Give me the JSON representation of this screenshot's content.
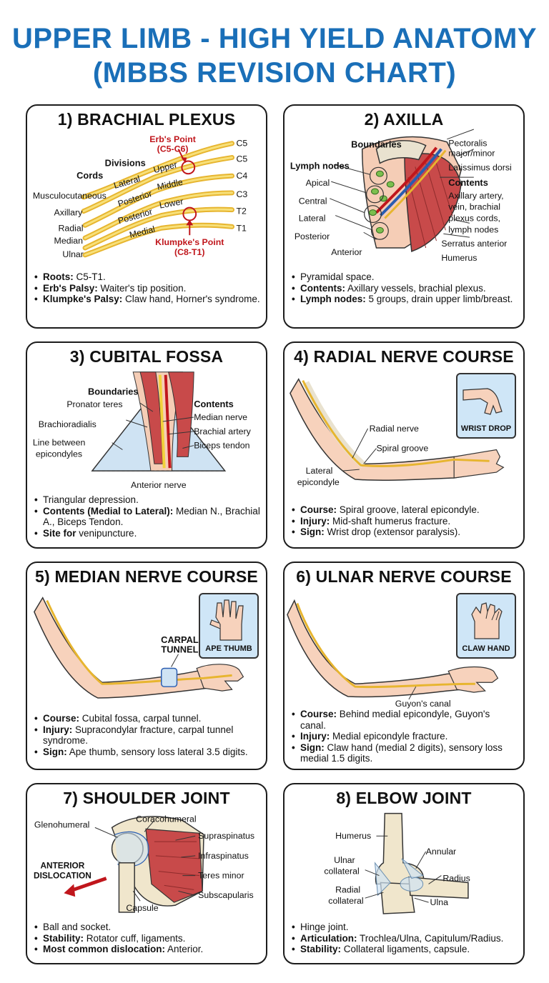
{
  "title": {
    "line1": "UPPER LIMB - HIGH YIELD ANATOMY",
    "line2": "(MBBS REVISION CHART)"
  },
  "cards": {
    "brachial_plexus": {
      "title": "1) BRACHIAL PLEXUS",
      "labels": {
        "erbs_point": "Erb's Point",
        "erbs_roots": "(C5-C6)",
        "divisions": "Divisions",
        "cords": "Cords",
        "lateral": "Lateral",
        "upper": "Upper",
        "middle": "Middle",
        "posterior_1": "Posterior",
        "posterior_2": "Posterior",
        "lower": "Lower",
        "medial": "Medial",
        "musculocutaneous": "Musculocutaneous",
        "axillary": "Axillary",
        "radial": "Radial",
        "median": "Median",
        "ulnar": "Ulnar",
        "klumpkes_point": "Klumpke's Point",
        "klumpkes_roots": "(C8-T1)",
        "roots": [
          "C5",
          "C5",
          "C4",
          "C3",
          "T2",
          "T1"
        ]
      },
      "bullets": [
        {
          "bold": "Roots:",
          "text": " C5-T1."
        },
        {
          "bold": "Erb's Palsy:",
          "text": " Waiter's tip position."
        },
        {
          "bold": "Klumpke's Palsy:",
          "text": " Claw hand, Horner's syndrome."
        }
      ]
    },
    "axilla": {
      "title": "2) AXILLA",
      "labels": {
        "boundaries": "Boundaries",
        "lymph_nodes": "Lymph nodes",
        "apical": "Apical",
        "central": "Central",
        "lateral": "Lateral",
        "posterior": "Posterior",
        "anterior": "Anterior",
        "pectoralis_1": "Pectoralis",
        "pectoralis_2": "major/minor",
        "latissimus": "Latissimus dorsi",
        "contents": "Contents",
        "contents_1": "Axillary artery,",
        "contents_2": "vein, brachial",
        "contents_3": "plexus cords,",
        "contents_4": "lymph nodes",
        "serratus": "Serratus anterior",
        "humerus": "Humerus"
      },
      "bullets": [
        {
          "bold": "",
          "text": "Pyramidal space."
        },
        {
          "bold": "Contents:",
          "text": " Axillary vessels, brachial plexus."
        },
        {
          "bold": "Lymph nodes:",
          "text": " 5 groups, drain upper limb/breast."
        }
      ]
    },
    "cubital_fossa": {
      "title": "3) CUBITAL FOSSA",
      "labels": {
        "boundaries": "Boundaries",
        "pronator": "Pronator teres",
        "brachioradialis": "Brachioradialis",
        "line_1": "Line between",
        "line_2": "epicondyles",
        "contents": "Contents",
        "median": "Median nerve",
        "brachial": "Brachial artery",
        "biceps": "Biceps tendon",
        "anterior_nerve": "Anterior nerve"
      },
      "bullets": [
        {
          "bold": "",
          "text": "Triangular depression."
        },
        {
          "bold": "Contents (Medial to Lateral):",
          "text": " Median N., Brachial A., Biceps Tendon."
        },
        {
          "bold": "Site for",
          "text": " venipuncture."
        }
      ]
    },
    "radial_nerve": {
      "title": "4) RADIAL NERVE COURSE",
      "labels": {
        "radial_nerve": "Radial nerve",
        "spiral_groove": "Spiral groove",
        "lateral_1": "Lateral",
        "lateral_2": "epicondyle",
        "sign": "WRIST DROP"
      },
      "bullets": [
        {
          "bold": "Course:",
          "text": " Spiral groove, lateral epicondyle."
        },
        {
          "bold": "Injury:",
          "text": " Mid-shaft humerus fracture."
        },
        {
          "bold": "Sign:",
          "text": " Wrist drop (extensor paralysis)."
        }
      ]
    },
    "median_nerve": {
      "title": "5) MEDIAN NERVE COURSE",
      "labels": {
        "carpal_1": "CARPAL",
        "carpal_2": "TUNNEL",
        "sign": "APE THUMB"
      },
      "bullets": [
        {
          "bold": "Course:",
          "text": " Cubital fossa, carpal tunnel."
        },
        {
          "bold": "Injury:",
          "text": " Supracondylar fracture, carpal tunnel syndrome."
        },
        {
          "bold": "Sign:",
          "text": " Ape thumb, sensory loss lateral 3.5 digits."
        }
      ]
    },
    "ulnar_nerve": {
      "title": "6) ULNAR NERVE COURSE",
      "labels": {
        "guyon": "Guyon's canal",
        "sign": "CLAW HAND"
      },
      "bullets": [
        {
          "bold": "Course:",
          "text": " Behind medial epicondyle, Guyon's canal."
        },
        {
          "bold": "Injury:",
          "text": " Medial epicondyle fracture."
        },
        {
          "bold": "Sign:",
          "text": " Claw hand (medial 2 digits), sensory loss medial 1.5 digits."
        }
      ]
    },
    "shoulder_joint": {
      "title": "7) SHOULDER JOINT",
      "labels": {
        "glenohumeral": "Glenohumeral",
        "coracohumeral": "Coracohumeral",
        "supraspinatus": "Supraspinatus",
        "infraspinatus": "Infraspinatus",
        "teres_minor": "Teres minor",
        "subscapularis": "Subscapularis",
        "capsule": "Capsule",
        "dislocation_1": "ANTERIOR",
        "dislocation_2": "DISLOCATION"
      },
      "bullets": [
        {
          "bold": "",
          "text": "Ball and socket."
        },
        {
          "bold": "Stability:",
          "text": " Rotator cuff, ligaments."
        },
        {
          "bold": "Most common dislocation:",
          "text": " Anterior."
        }
      ]
    },
    "elbow_joint": {
      "title": "8) ELBOW JOINT",
      "labels": {
        "humerus": "Humerus",
        "annular": "Annular",
        "ulnar_1": "Ulnar",
        "ulnar_2": "collateral",
        "radius": "Radius",
        "radial_1": "Radial",
        "radial_2": "collateral",
        "ulna": "Ulna"
      },
      "bullets": [
        {
          "bold": "",
          "text": "Hinge joint."
        },
        {
          "bold": "Articulation:",
          "text": " Trochlea/Ulna, Capitulum/Radius."
        },
        {
          "bold": "Stability:",
          "text": " Collateral ligaments, capsule."
        }
      ]
    }
  },
  "colors": {
    "title_blue": "#1a6fb8",
    "nerve_yellow": "#f2d13a",
    "muscle_red": "#c84a4a",
    "skin": "#f7d2bc",
    "highlight_red": "#c0161c",
    "sign_blue": "#cfe6f7"
  }
}
